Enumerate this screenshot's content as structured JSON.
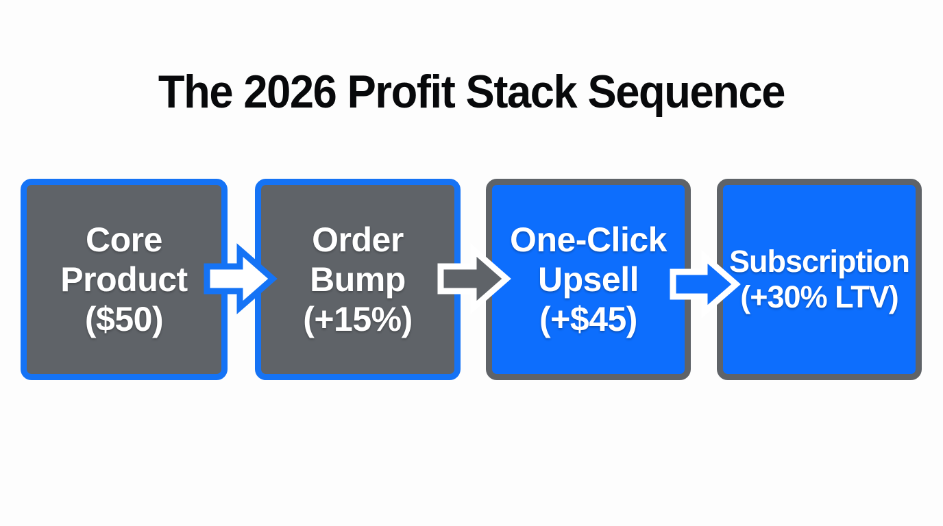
{
  "page": {
    "background_color": "#fdfdfd",
    "title": "The 2026 Profit Stack Sequence"
  },
  "colors": {
    "accent_blue": "#0d6efd",
    "border_blue": "#1573f5",
    "gray": "#5f6368",
    "text_on_node": "#ffffff",
    "title_text": "#08090b"
  },
  "diagram": {
    "type": "process-flow",
    "direction": "left-to-right",
    "steps": [
      {
        "index": 1,
        "name": "core-product",
        "label": "Core\nProduct\n($50)",
        "title": "Core Product",
        "value": "($50)",
        "fill": "#5f6368",
        "border": "#1573f5",
        "style": "gray-on-blue"
      },
      {
        "index": 2,
        "name": "order-bump",
        "label": "Order\nBump\n(+15%)",
        "title": "Order Bump",
        "value": "(+15%)",
        "fill": "#5f6368",
        "border": "#1573f5",
        "style": "gray-on-blue"
      },
      {
        "index": 3,
        "name": "one-click-upsell",
        "label": "One-Click\nUpsell\n(+$45)",
        "title": "One-Click Upsell",
        "value": "(+$45)",
        "fill": "#0d6efd",
        "border": "#5f6368",
        "style": "blue-on-gray"
      },
      {
        "index": 4,
        "name": "subscription",
        "label": "Subscription\n(+30% LTV)",
        "title": "Subscription",
        "value": "(+30% LTV)",
        "fill": "#0d6efd",
        "border": "#5f6368",
        "style": "blue-on-gray"
      }
    ],
    "connectors": [
      {
        "name": "arrow-1-to-2",
        "from": "core-product",
        "to": "order-bump",
        "fill": "#ffffff",
        "stroke": "#1573f5"
      },
      {
        "name": "arrow-2-to-3",
        "from": "order-bump",
        "to": "one-click-upsell",
        "fill": "#5f6368",
        "stroke": "#ffffff"
      },
      {
        "name": "arrow-3-to-4",
        "from": "one-click-upsell",
        "to": "subscription",
        "fill": "#0d6efd",
        "stroke": "#ffffff"
      }
    ]
  }
}
